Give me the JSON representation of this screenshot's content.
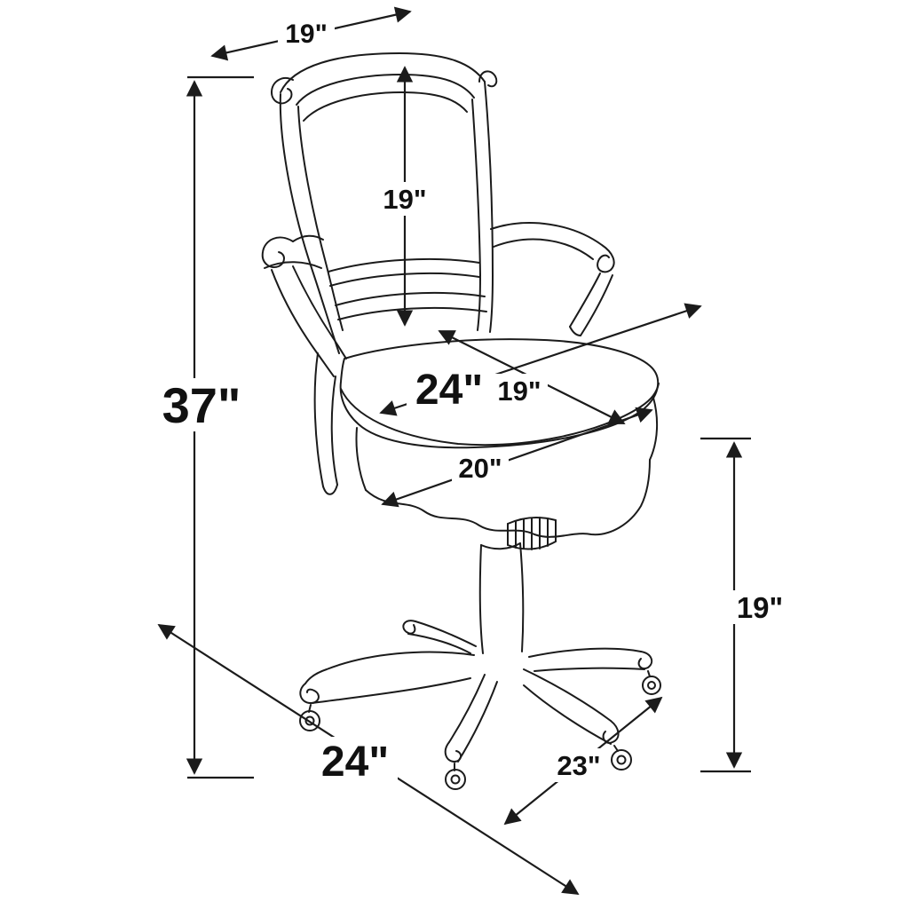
{
  "diagram": {
    "kind": "furniture-dimension-line-drawing",
    "subject": "swivel desk chair with scrolled arms and caster base"
  },
  "colors": {
    "background": "#ffffff",
    "line": "#1b1b1b"
  },
  "dimensions": {
    "back_width": "19\"",
    "back_height": "19\"",
    "overall_height": "37\"",
    "arm_to_arm": "24\"",
    "seat_depth": "19\"",
    "seat_width": "20\"",
    "seat_height": "19\"",
    "base_width": "24\"",
    "base_depth": "23\""
  }
}
